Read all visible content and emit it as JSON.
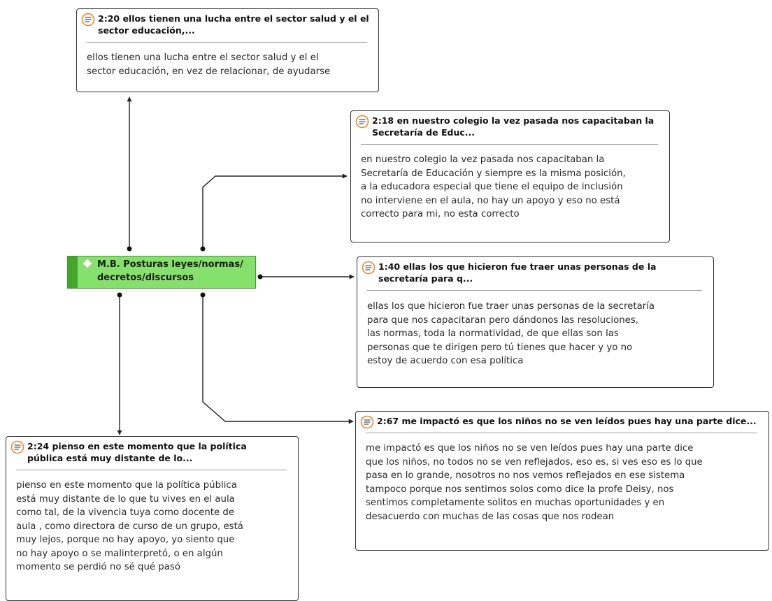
{
  "code": {
    "label_line1": "M.B. Posturas leyes/normas/",
    "label_line2": "decretos/discursos",
    "icon": "diamond-code-icon",
    "fill_color": "#86e06c",
    "strip_color": "#46a52d"
  },
  "quotes": [
    {
      "id": "2:20",
      "title_line1": "2:20 ellos tienen una lucha entre el sector salud y el el",
      "title_line2": "sector educación,...",
      "body_lines": [
        "ellos tienen una lucha entre el sector salud y el el",
        "sector educación, en vez de relacionar, de ayudarse"
      ],
      "icon": "quotation-icon"
    },
    {
      "id": "2:18",
      "title_line1": "2:18 en nuestro colegio la vez pasada nos capacitaban la",
      "title_line2": "Secretaría de Educ...",
      "body_lines": [
        "en nuestro colegio la vez pasada nos capacitaban la",
        "Secretaría de Educación y siempre es la misma posición,",
        "a la educadora especial que tiene el equipo de inclusión",
        "no interviene en el aula, no hay un apoyo y eso no está",
        "correcto para mi, no esta correcto"
      ],
      "icon": "quotation-icon"
    },
    {
      "id": "1:40",
      "title_line1": "1:40 ellas los que hicieron fue traer unas personas de la",
      "title_line2": "secretaría para q...",
      "body_lines": [
        "ellas los que hicieron fue traer unas personas de la secretaría",
        "para que nos capacitaran pero dándonos las resoluciones,",
        "las normas, toda la normatividad, de que ellas son las",
        "personas que te dirigen pero tú tienes que hacer y yo no",
        "estoy de acuerdo con esa política"
      ],
      "icon": "quotation-icon"
    },
    {
      "id": "2:67",
      "title_line1": "2:67 me impactó es que los niños no se ven leídos pues hay una parte dice...",
      "title_line2": "",
      "body_lines": [
        "me impactó es que los niños no se ven leídos pues hay una parte dice",
        "que los niños, no todos  no se ven reflejados, eso es, si ves eso es lo que",
        "pasa en lo grande, nosotros no nos vemos reflejados en ese sistema",
        "tampoco porque nos sentimos solos como dice la profe Deisy, nos",
        "sentimos completamente solitos en muchas oportunidades y en",
        "desacuerdo con muchas de las cosas que nos rodean"
      ],
      "icon": "quotation-icon"
    },
    {
      "id": "2:24",
      "title_line1": "2:24 pienso en este momento que la política",
      "title_line2": "pública está muy distante de lo...",
      "body_lines": [
        "pienso en este momento que la política pública",
        "está muy distante de lo que tu vives en el aula",
        "como tal, de la vivencia tuya como docente de",
        "aula , como directora de curso de un grupo, está",
        "muy lejos, porque no hay apoyo, yo siento que",
        "no hay apoyo o se malinterpretó, o en algún",
        "momento se perdió no sé qué pasó"
      ],
      "icon": "quotation-icon"
    }
  ],
  "colors": {
    "link": "#222222",
    "icon_accent": "#e8883a"
  }
}
